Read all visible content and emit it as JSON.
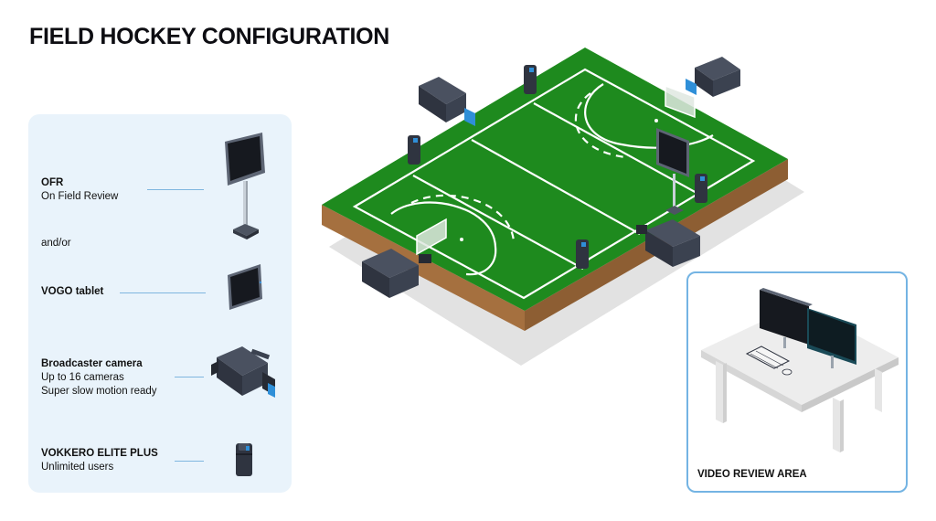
{
  "title": "FIELD HOCKEY CONFIGURATION",
  "legend": {
    "ofr": {
      "name": "OFR",
      "description": "On Field Review"
    },
    "connector": "and/or",
    "vogo_tablet": {
      "name": "VOGO tablet"
    },
    "broadcaster_camera": {
      "name": "Broadcaster camera",
      "line1": "Up to 16 cameras",
      "line2": "Super slow motion ready"
    },
    "vokkero": {
      "name": "VOKKERO ELITE PLUS",
      "description": "Unlimited users"
    }
  },
  "review_area": {
    "label": "VIDEO REVIEW AREA"
  },
  "colors": {
    "pitch_green": "#1e8a1e",
    "soil_brown": "#a5703f",
    "panel_background": "#e9f3fb",
    "review_border": "#74b4e3",
    "device_dark": "#2f3440",
    "accent_blue": "#2f8fd8"
  },
  "icons": [
    "monitor-on-stand-icon",
    "tablet-icon",
    "broadcast-camera-icon",
    "radio-device-icon",
    "desk-icon",
    "keyboard-icon"
  ]
}
